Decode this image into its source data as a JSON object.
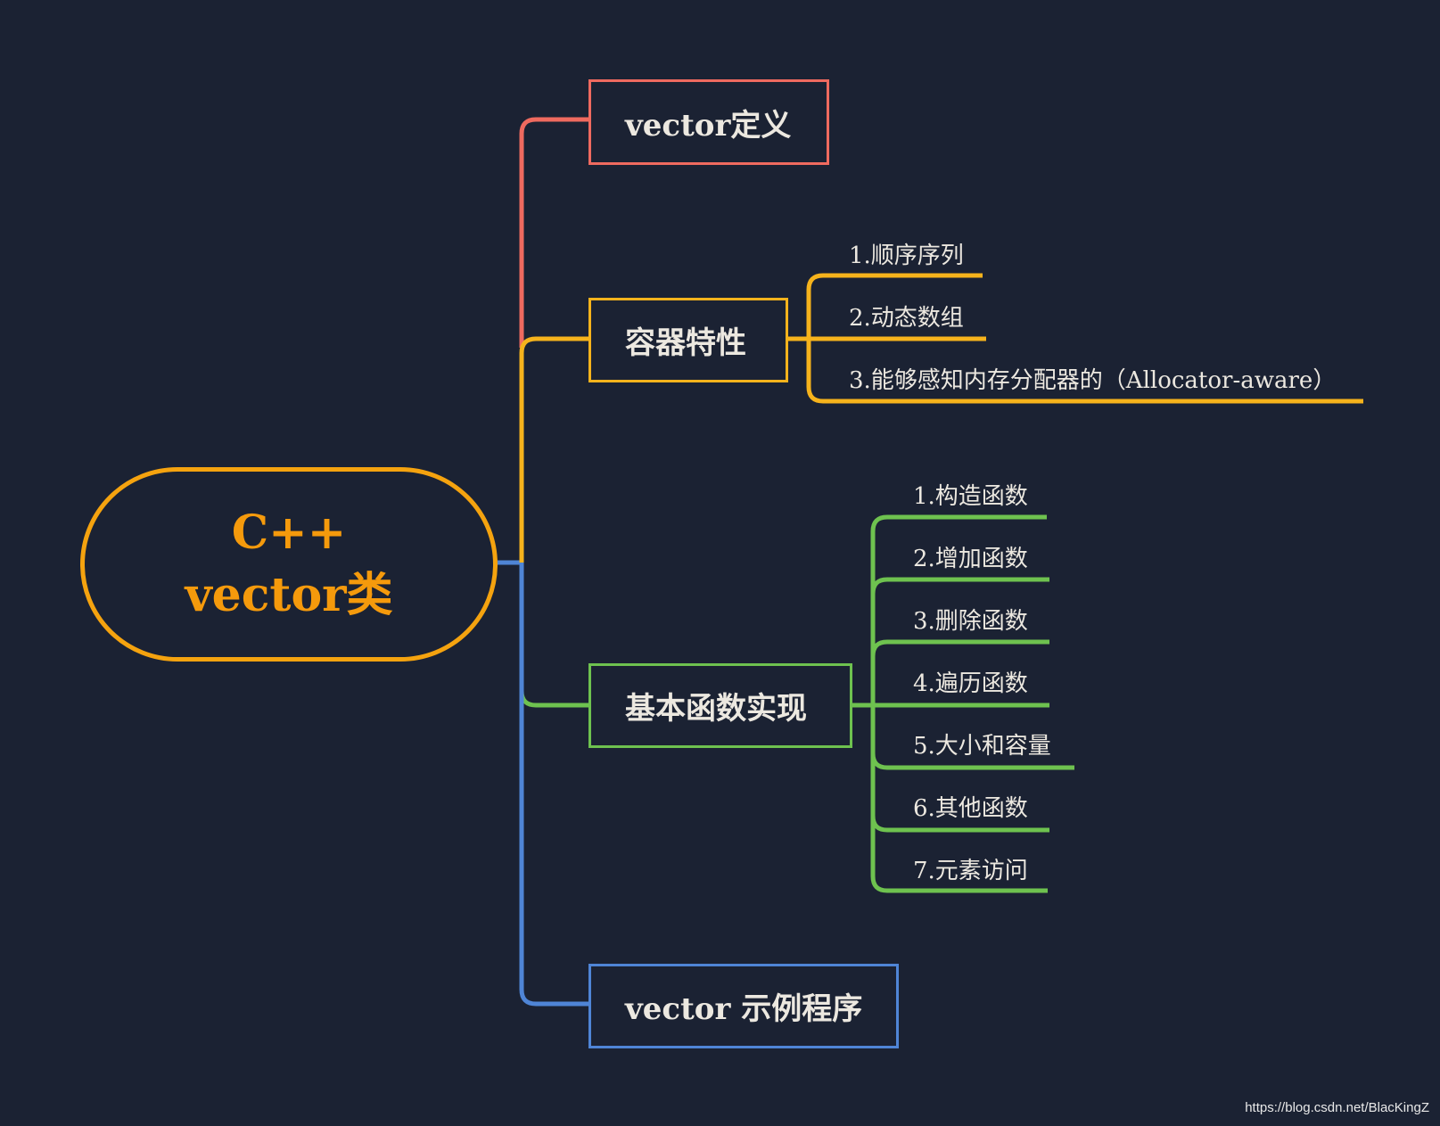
{
  "root": {
    "line1": "C++",
    "line2": "vector类"
  },
  "branches": [
    {
      "label": "vector定义",
      "color": "#ef6a5f",
      "children": []
    },
    {
      "label": "容器特性",
      "color": "#f6b31c",
      "children": [
        "1.顺序序列",
        "2.动态数组",
        "3.能够感知内存分配器的（Allocator-aware）"
      ]
    },
    {
      "label": "基本函数实现",
      "color": "#6ec24f",
      "children": [
        "1.构造函数",
        "2.增加函数",
        "3.删除函数",
        "4.遍历函数",
        "5.大小和容量",
        "6.其他函数",
        "7.元素访问"
      ]
    },
    {
      "label": "vector 示例程序",
      "color": "#4f85d6",
      "children": []
    }
  ],
  "watermark": "https://blog.csdn.net/BlacKingZ"
}
